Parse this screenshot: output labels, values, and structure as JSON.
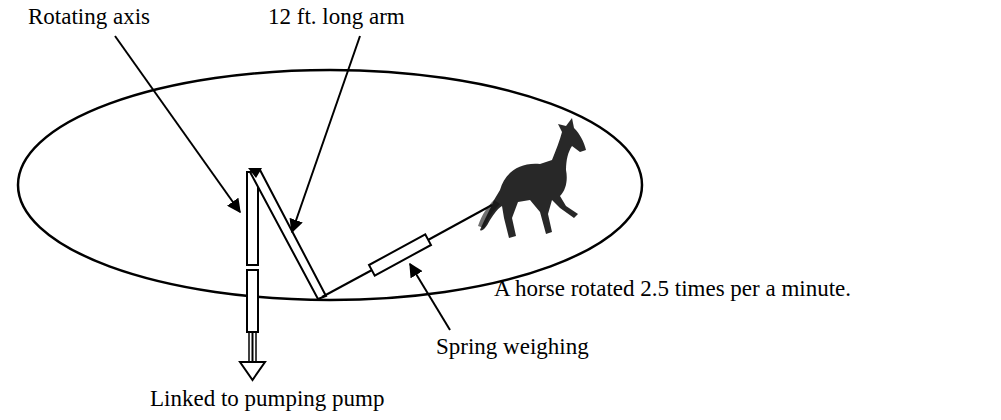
{
  "diagram": {
    "labels": [
      "Rotating axis",
      "12 ft. long arm",
      "A horse rotated 2.5 times per a minute.",
      "Spring weighing",
      "Linked to pumping pump"
    ]
  }
}
